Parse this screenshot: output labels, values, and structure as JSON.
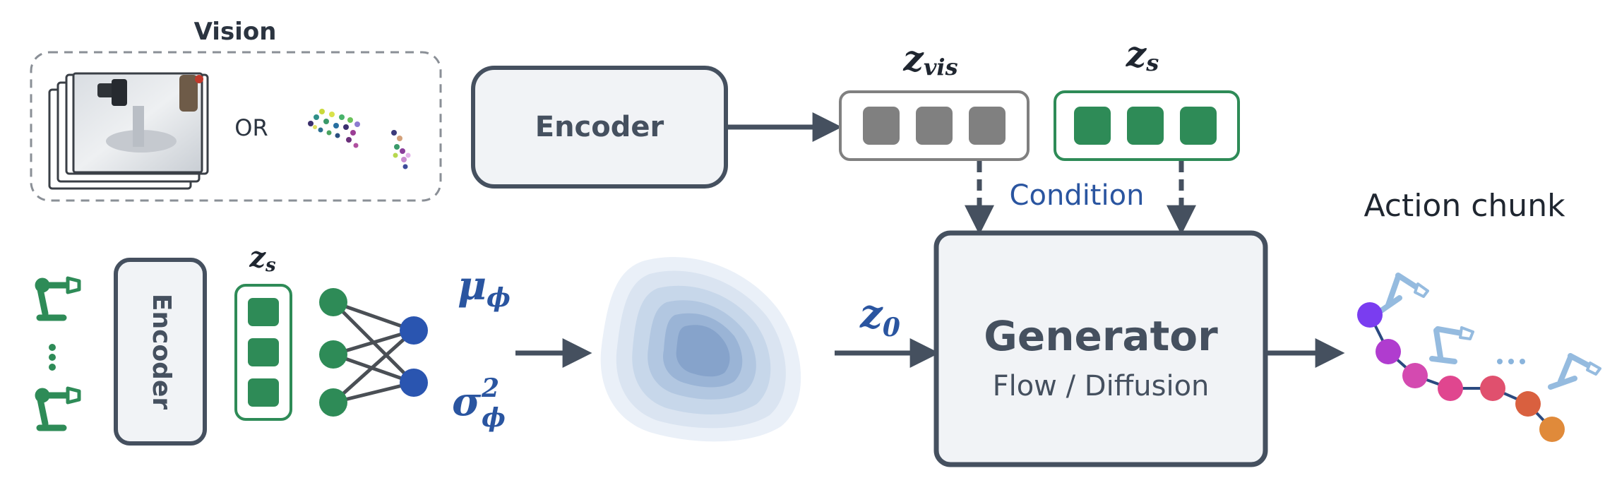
{
  "vision": {
    "title": "Vision",
    "or_label": "OR"
  },
  "encoder_top": {
    "label": "Encoder"
  },
  "encoder_left": {
    "label": "Encoder"
  },
  "latents": {
    "z_vis": {
      "base": "z",
      "sub": "vis"
    },
    "z_s_top": {
      "base": "z",
      "sub": "s"
    },
    "z_s_left": {
      "base": "z",
      "sub": "s"
    },
    "mu": {
      "base": "μ",
      "sub": "ϕ"
    },
    "sigma": {
      "base": "σ",
      "sup": "2",
      "sub": "ϕ"
    },
    "z0": {
      "base": "z",
      "sub": "0"
    }
  },
  "condition_label": "Condition",
  "generator": {
    "title": "Generator",
    "subtitle": "Flow / Diffusion"
  },
  "action_chunk_label": "Action chunk",
  "colors": {
    "dark": "#45505f",
    "green": "#2e8b57",
    "gray_token": "#808080",
    "blue": "#2a55a0",
    "box_fill": "#f1f3f6"
  }
}
